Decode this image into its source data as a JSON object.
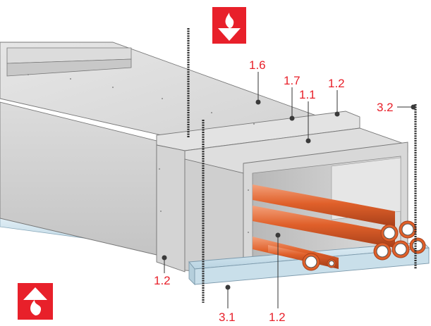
{
  "callouts": {
    "c1": "1.6",
    "c2": "1.7",
    "c3": "1.2",
    "c4": "1.1",
    "c5": "3.2",
    "c6": "1.2",
    "c7": "3.1",
    "c8": "1.2"
  },
  "icons": {
    "top": "fire-from-above-icon",
    "bottom": "fire-from-below-icon"
  },
  "colors": {
    "label": "#e8202a",
    "pipe": "#e0602a",
    "board": "#d6d6d6",
    "tray": "#cfe3ee"
  }
}
